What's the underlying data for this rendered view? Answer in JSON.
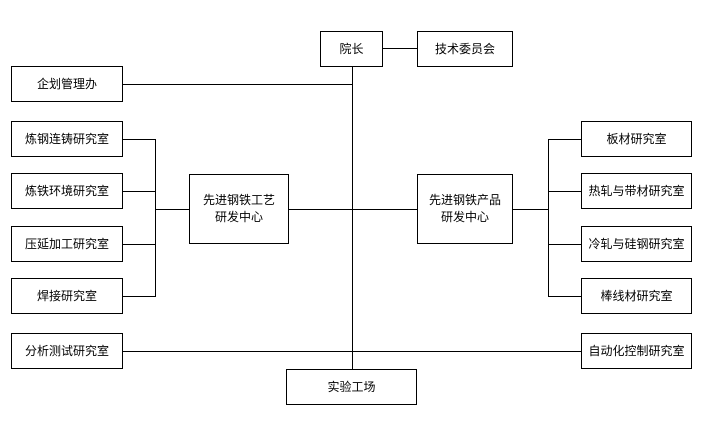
{
  "org": {
    "president": "院长",
    "tech_committee": "技术委员会",
    "planning_office": "企划管理办",
    "process_center": "先进钢铁工艺\n研发中心",
    "product_center": "先进钢铁产品\n研发中心",
    "left_labs": [
      "炼钢连铸研究室",
      "炼铁环境研究室",
      "压延加工研究室",
      "焊接研究室"
    ],
    "right_labs": [
      "板材研究室",
      "热轧与带材研究室",
      "冷轧与硅钢研究室",
      "棒线材研究室"
    ],
    "analysis_lab": "分析测试研究室",
    "automation_lab": "自动化控制研究室",
    "pilot_plant": "实验工场"
  }
}
